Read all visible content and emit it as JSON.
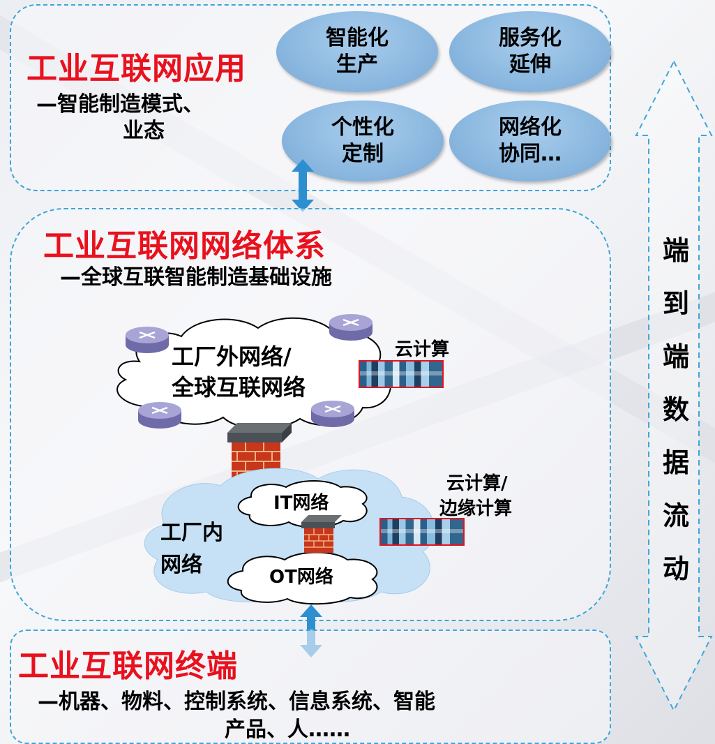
{
  "apps": {
    "title": "工业互联网应用",
    "subtitle_line1": "—智能制造模式、",
    "subtitle_line2": "业态",
    "bubbles": [
      {
        "line1": "智能化",
        "line2": "生产"
      },
      {
        "line1": "服务化",
        "line2": "延伸"
      },
      {
        "line1": "个性化",
        "line2": "定制"
      },
      {
        "line1": "网络化",
        "line2": "协同…"
      }
    ]
  },
  "network": {
    "title": "工业互联网网络体系",
    "subtitle": "—全球互联智能制造基础设施",
    "external_cloud_line1": "工厂外网络/",
    "external_cloud_line2": "全球互联网络",
    "cloud_computing": "云计算",
    "edge_line1": "云计算/",
    "edge_line2": "边缘计算",
    "it_network": "IT网络",
    "ot_network": "OT网络",
    "factory_line1": "工厂内",
    "factory_line2": "网络"
  },
  "terminal": {
    "title": "工业互联网终端",
    "line1": "—机器、物料、控制系统、信息系统、智能",
    "line2": "产品、人……"
  },
  "side_flow": [
    "端",
    "到",
    "端",
    "数",
    "据",
    "流",
    "动"
  ],
  "colors": {
    "accent_red": "#e8111d",
    "dash_blue": "#3da6d8",
    "bubble_blue": "#8bb8e0",
    "arrow_blue": "#2e8fd0"
  }
}
